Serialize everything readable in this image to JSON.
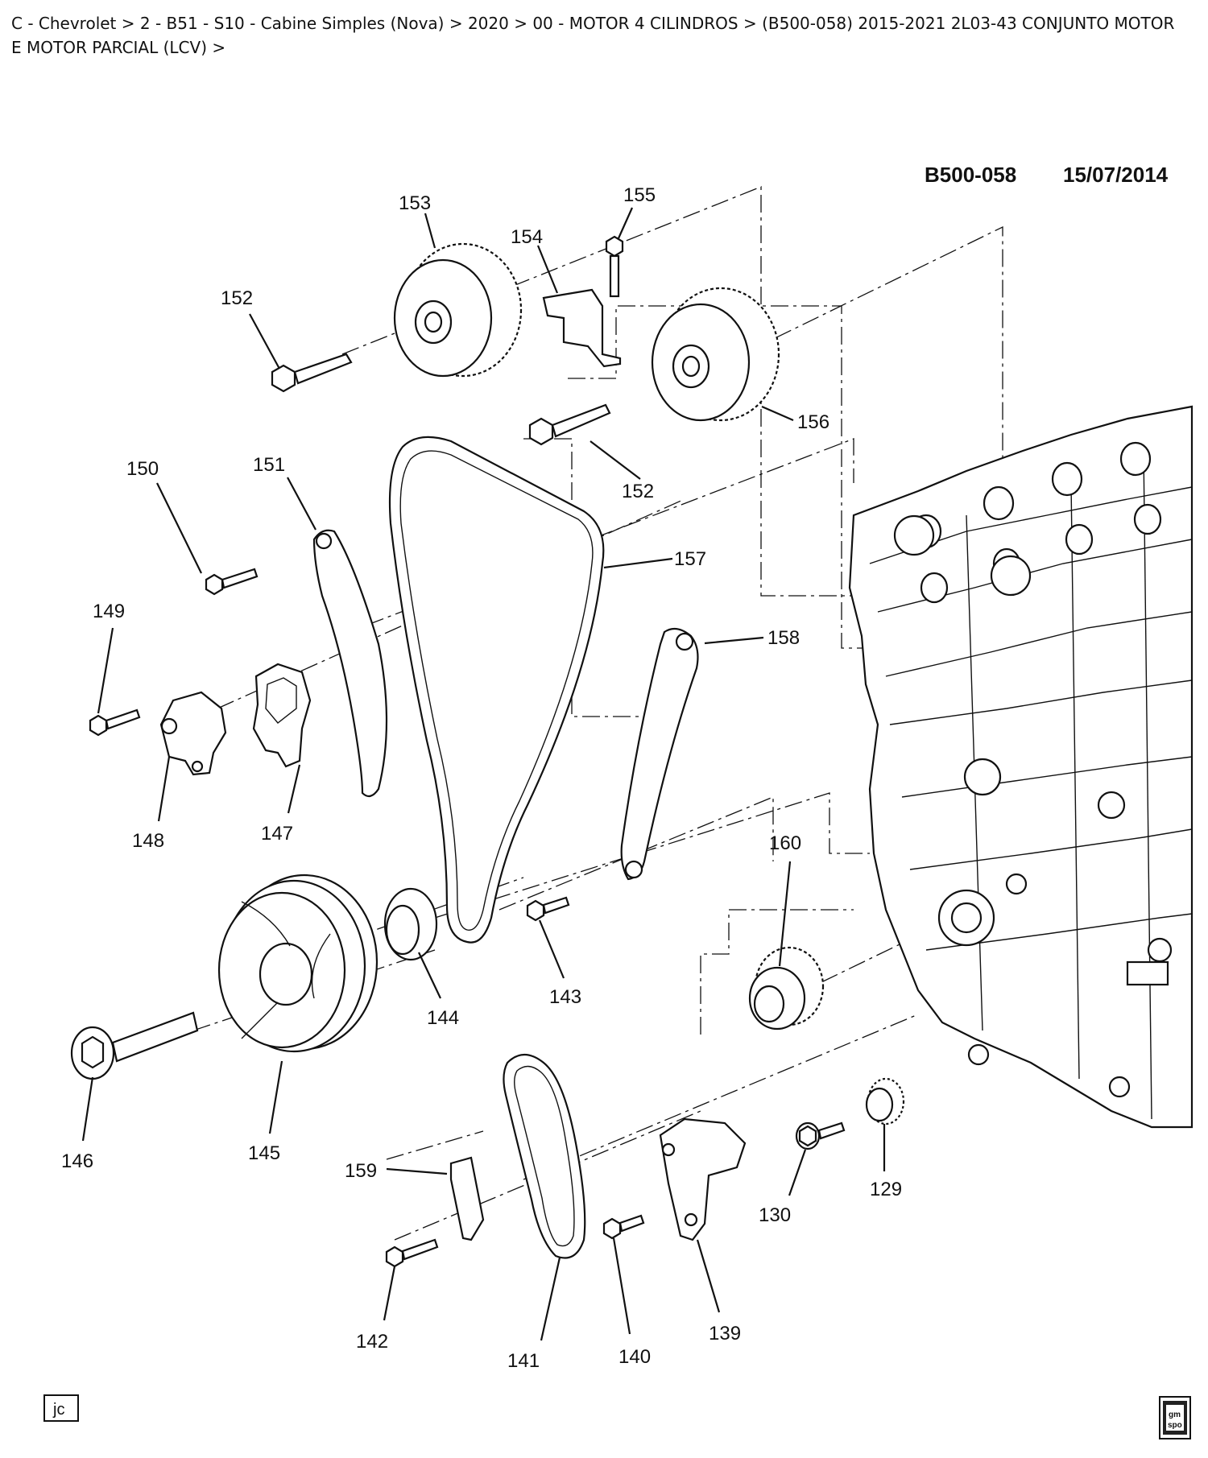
{
  "breadcrumb": {
    "text": "C - Chevrolet > 2 - B51 - S10 - Cabine Simples (Nova) > 2020 > 00 - MOTOR 4 CILINDROS > (B500-058)   2015-2021   2L03-43   CONJUNTO MOTOR E MOTOR PARCIAL (LCV) >"
  },
  "diagram": {
    "code": "B500-058",
    "date": "15/07/2014",
    "author_initials": "jc",
    "logo_text": "gm spo"
  },
  "callouts": [
    "153",
    "155",
    "154",
    "152",
    "156",
    "152",
    "150",
    "151",
    "157",
    "149",
    "158",
    "148",
    "147",
    "160",
    "144",
    "143",
    "145",
    "146",
    "159",
    "130",
    "129",
    "139",
    "142",
    "141",
    "140"
  ]
}
